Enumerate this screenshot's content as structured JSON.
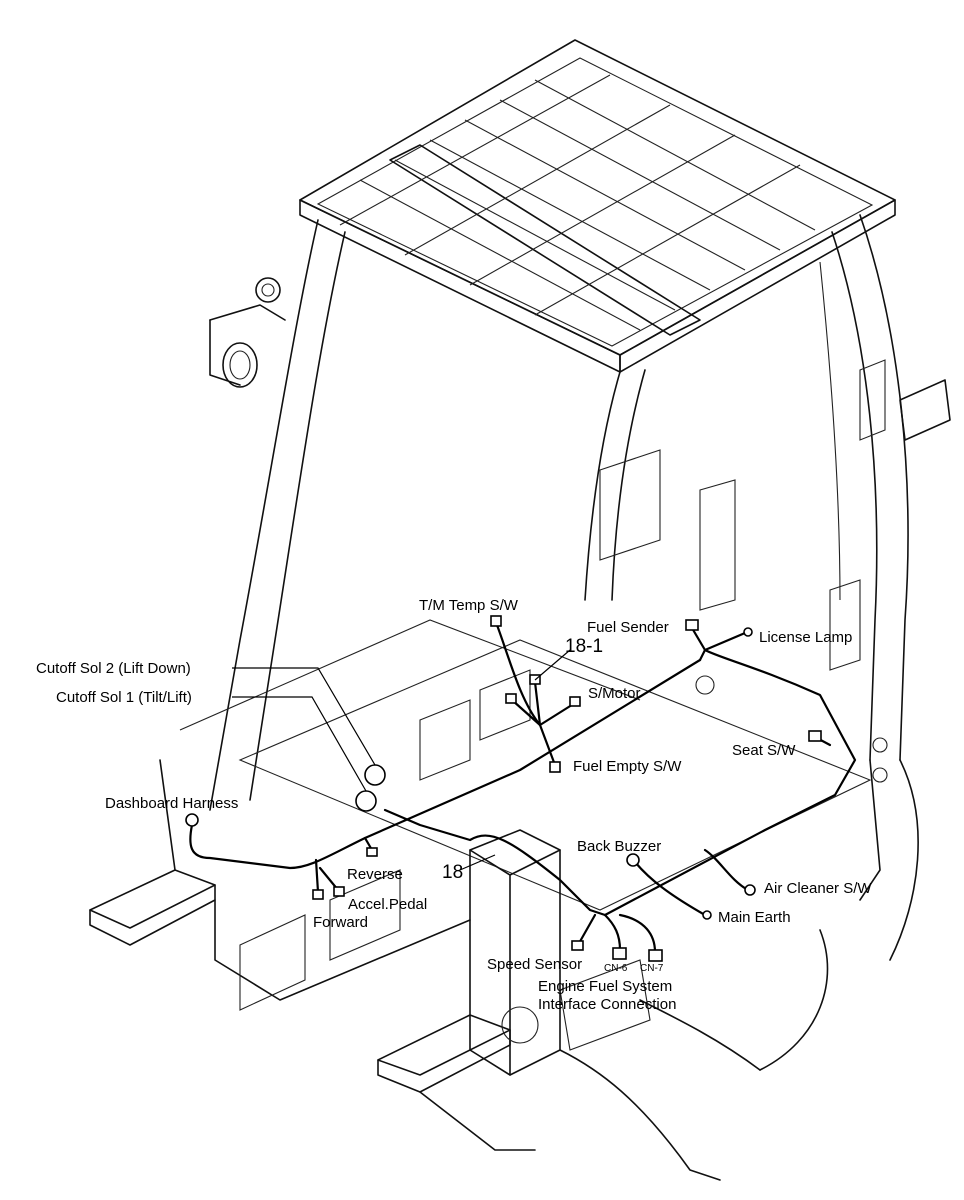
{
  "labels": {
    "tm_temp_sw": "T/M Temp S/W",
    "fuel_sender": "Fuel Sender",
    "license_lamp": "License Lamp",
    "ref_18_1": "18-1",
    "s_motor": "S/Motor",
    "cutoff_sol_2": "Cutoff Sol 2 (Lift Down)",
    "cutoff_sol_1": "Cutoff Sol 1 (Tilt/Lift)",
    "seat_sw": "Seat S/W",
    "fuel_empty_sw": "Fuel Empty S/W",
    "dashboard_harness": "Dashboard Harness",
    "back_buzzer": "Back Buzzer",
    "reverse": "Reverse",
    "ref_18": "18",
    "air_cleaner_sw": "Air Cleaner S/W",
    "accel_pedal": "Accel.Pedal",
    "forward": "Forward",
    "main_earth": "Main Earth",
    "speed_sensor": "Speed Sensor",
    "cn6": "CN-6",
    "cn7": "CN-7",
    "engine_fuel_line1": "Engine Fuel System",
    "engine_fuel_line2": "Interface Connection"
  }
}
